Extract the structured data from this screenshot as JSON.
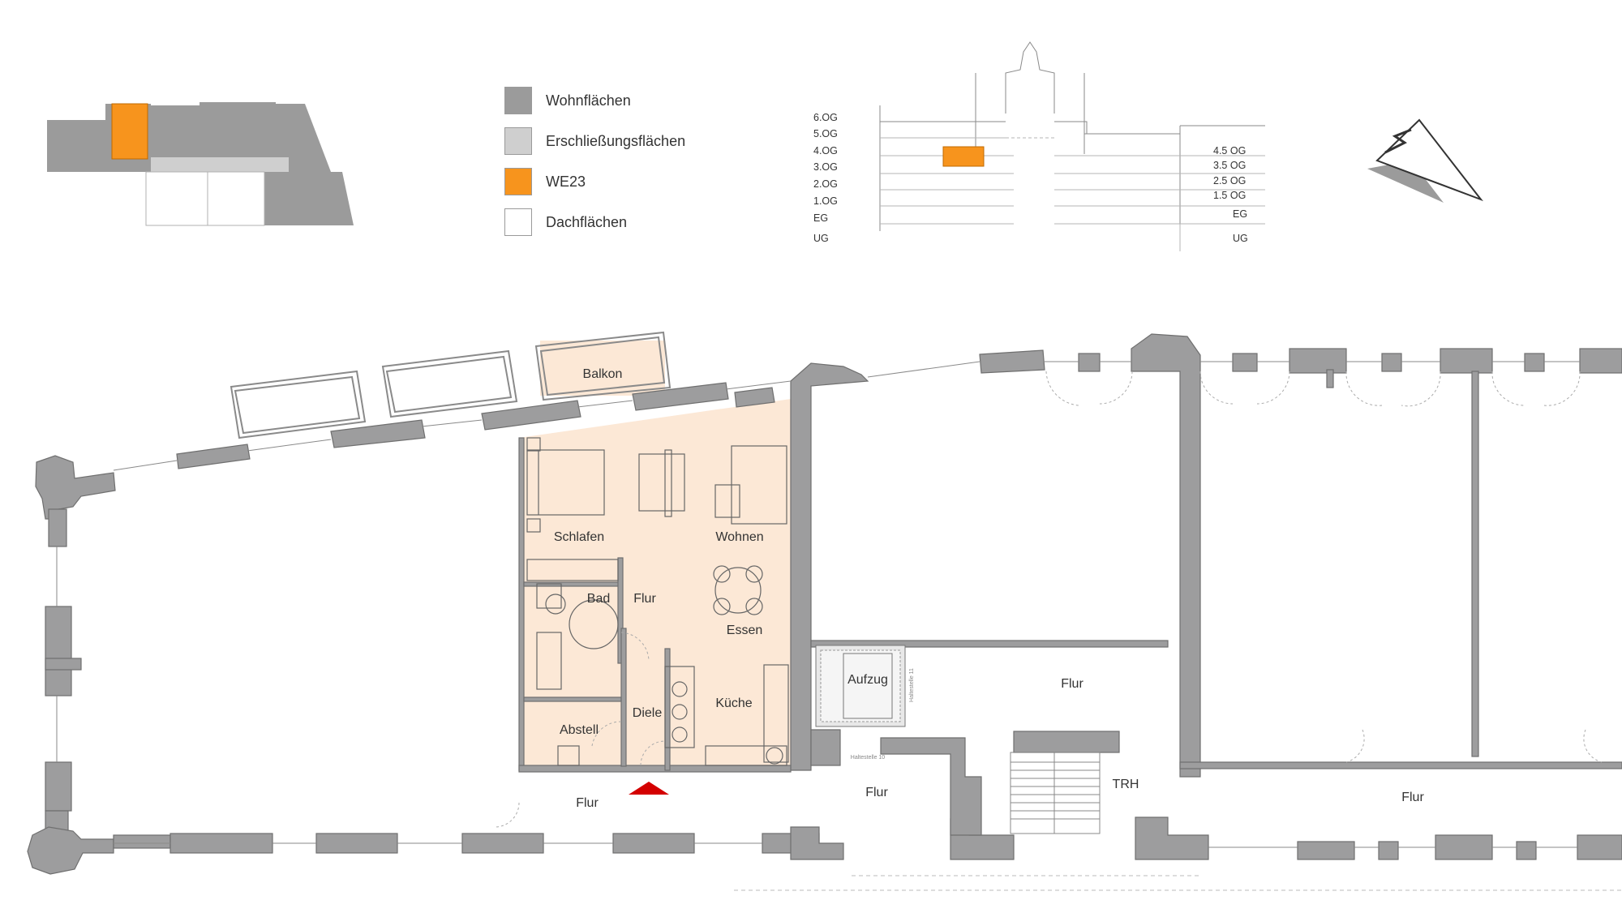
{
  "legend": {
    "items": [
      {
        "label": "Wohnflächen",
        "color": "#9b9b9b"
      },
      {
        "label": "Erschließungsflächen",
        "color": "#cfcfcf"
      },
      {
        "label": "WE23",
        "color": "#f7941d"
      },
      {
        "label": "Dachflächen",
        "color": "#ffffff"
      }
    ]
  },
  "section": {
    "left_floors": [
      "6.OG",
      "5.OG",
      "4.OG",
      "3.OG",
      "2.OG",
      "1.OG",
      "EG",
      "UG"
    ],
    "right_floors": [
      "4.5 OG",
      "3.5 OG",
      "2.5 OG",
      "1.5 OG",
      "EG",
      "UG"
    ],
    "highlight_color": "#f7941d"
  },
  "colors": {
    "wall": "#9d9d9e",
    "wall_stroke": "#6f6f6f",
    "unit_fill": "#fce8d6",
    "entrance": "#d40000"
  },
  "rooms": {
    "balkon": "Balkon",
    "schlafen": "Schlafen",
    "wohnen": "Wohnen",
    "bad": "Bad",
    "flur_unit": "Flur",
    "essen": "Essen",
    "aufzug": "Aufzug",
    "flur_center": "Flur",
    "kueche": "Küche",
    "diele": "Diele",
    "abstell": "Abstell",
    "flur_corridor": "Flur",
    "flur_lower_mid": "Flur",
    "trh": "TRH",
    "flur_right": "Flur",
    "haltestelle_10": "Haltestelle 10",
    "haltestelle_11": "Haltestelle 11"
  },
  "icons": {
    "north_arrow": "north-arrow-icon",
    "entrance_marker": "entrance-triangle-icon"
  }
}
